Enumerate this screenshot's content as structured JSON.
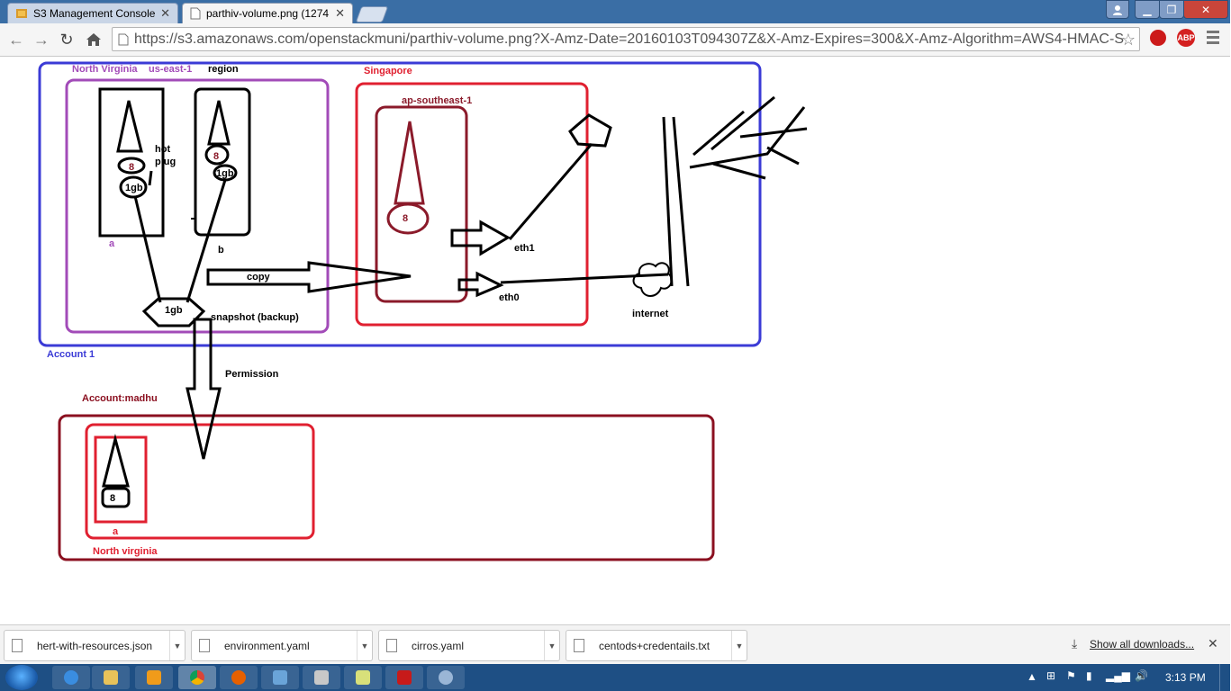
{
  "tabs": [
    {
      "title": "S3 Management Console"
    },
    {
      "title": "parthiv-volume.png (1274"
    }
  ],
  "address": {
    "url": "https://s3.amazonaws.com/openstackmuni/parthiv-volume.png?X-Amz-Date=20160103T094307Z&X-Amz-Expires=300&X-Amz-Algorithm=AWS4-HMAC-S"
  },
  "extensions": {
    "abp": "ABP"
  },
  "diagram": {
    "north_virginia": "North Virginia",
    "us_east_1": "us-east-1",
    "region": "region",
    "singapore": "Singapore",
    "ap_southeast_1": "ap-southeast-1",
    "account1": "Account 1",
    "account_madhu": "Account:madhu",
    "north_virginia_lower": "North virginia",
    "hot_plug": [
      "hot",
      "plug"
    ],
    "eight": "8",
    "one_gb": "1gb",
    "one_gb_b": "1gb",
    "instance_a": "a",
    "instance_b": "b",
    "copy": "copy",
    "snapshot": "snapshot (backup)",
    "permission": "Permission",
    "eth1": "eth1",
    "eth0": "eth0",
    "internet": "internet"
  },
  "downloads": {
    "items": [
      {
        "name": "hert-with-resources.json"
      },
      {
        "name": "environment.yaml"
      },
      {
        "name": "cirros.yaml"
      },
      {
        "name": "centods+credentails.txt"
      }
    ],
    "show_all": "Show all downloads..."
  },
  "taskbar": {
    "time": "3:13 PM"
  }
}
